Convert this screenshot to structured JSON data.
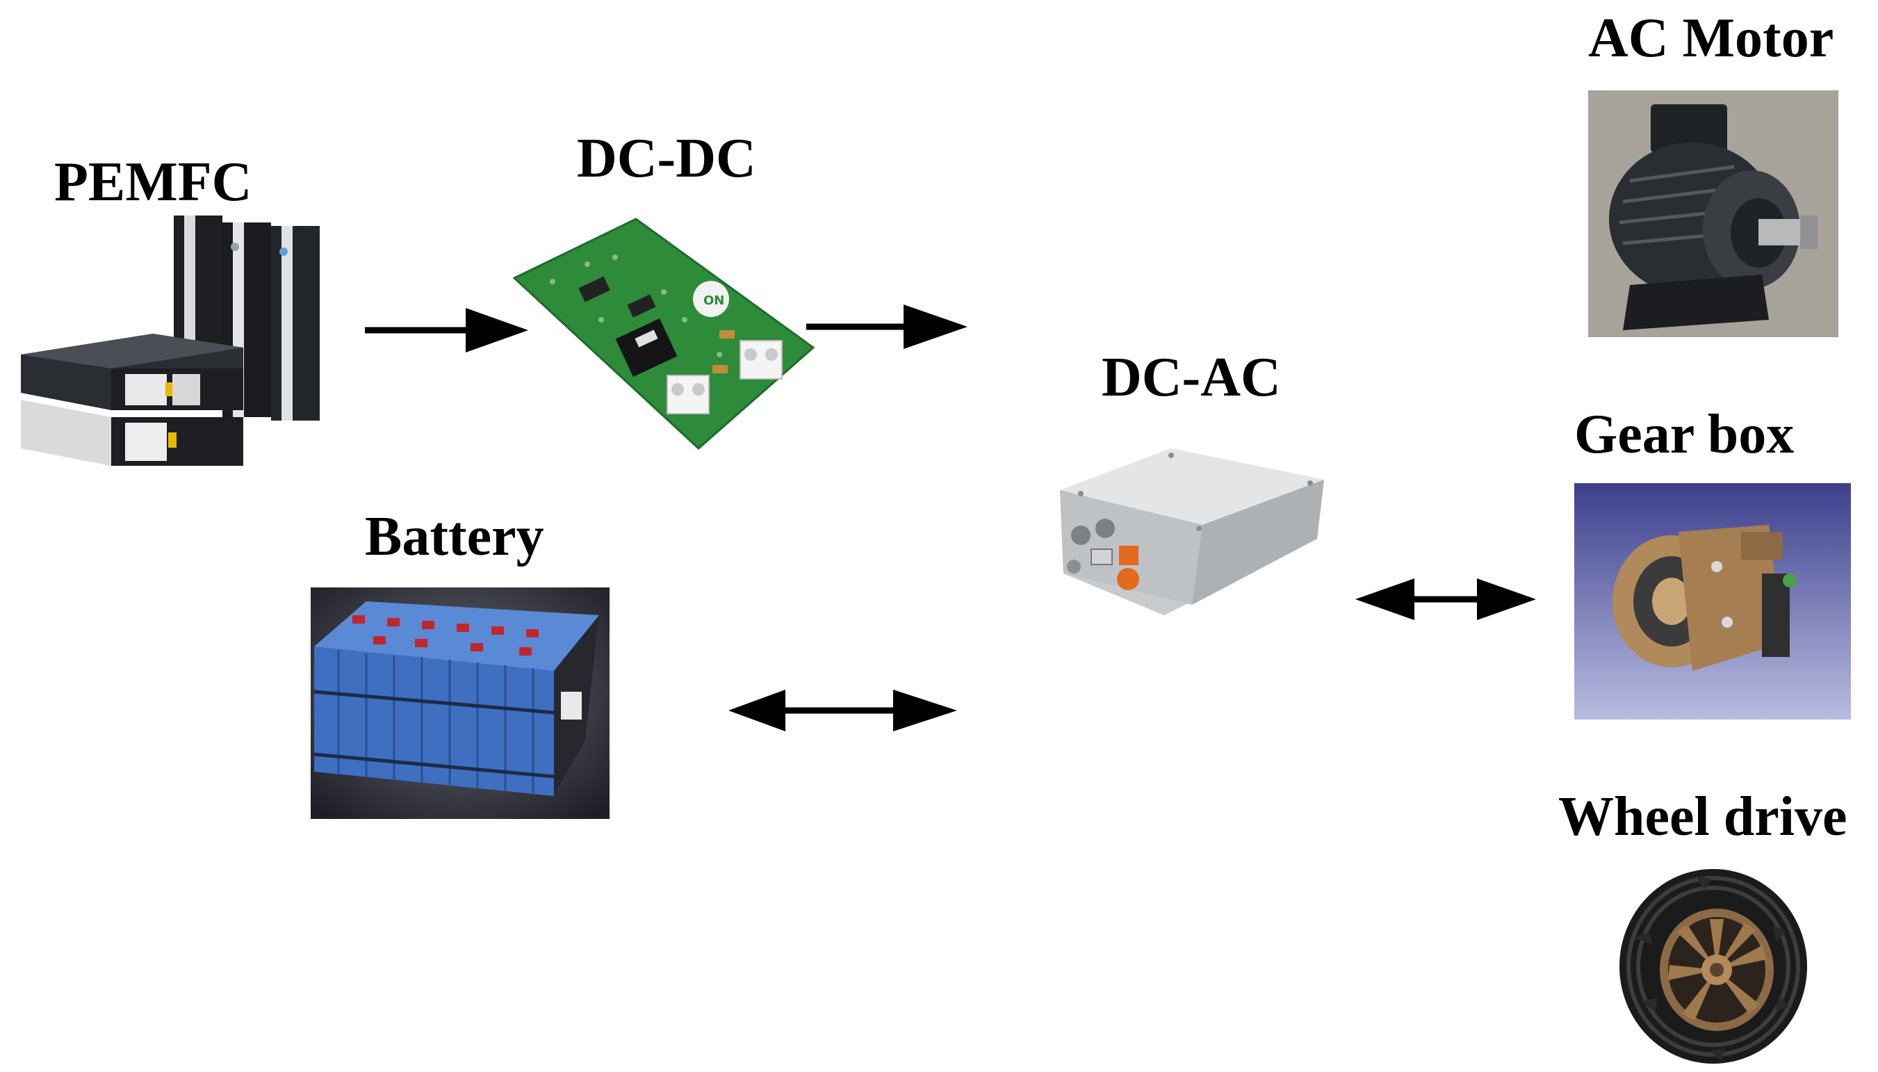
{
  "components": {
    "pemfc": {
      "label": "PEMFC"
    },
    "dcdc": {
      "label": "DC-DC"
    },
    "dcac": {
      "label": "DC-AC"
    },
    "battery": {
      "label": "Battery"
    },
    "ac_motor": {
      "label": "AC Motor"
    },
    "gear_box": {
      "label": "Gear box"
    },
    "wheel_drive": {
      "label": "Wheel drive"
    }
  },
  "connections": [
    {
      "from": "pemfc",
      "to": "dcdc",
      "direction": "one-way"
    },
    {
      "from": "dcdc",
      "to": "dcac",
      "direction": "one-way"
    },
    {
      "from": "battery",
      "to": "dcac",
      "direction": "two-way"
    },
    {
      "from": "dcac",
      "to": "gear_box",
      "direction": "two-way"
    }
  ],
  "colors": {
    "pcb_green": "#2e8b3a",
    "battery_blue": "#4a78c8",
    "terminal_red": "#c0272d",
    "inverter_silver": "#c8cacc",
    "connector_orange": "#e46a1e",
    "motor_dark": "#2a2d31",
    "gearbox_bg": "#4a4f9a",
    "gearbox_body": "#b08a5a",
    "rim_bronze": "#8c6a45"
  }
}
